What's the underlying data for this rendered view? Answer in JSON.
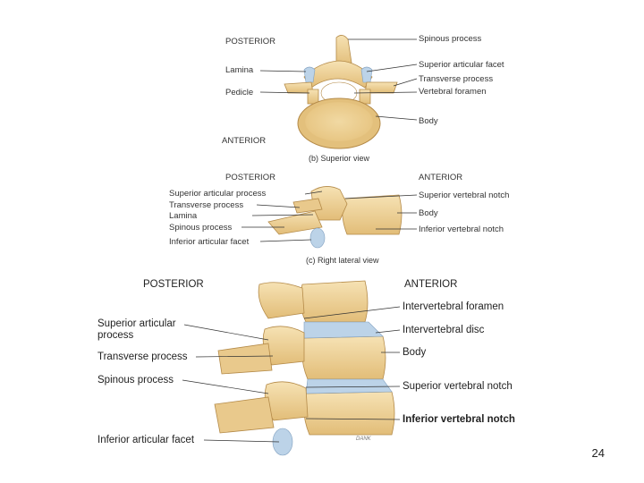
{
  "panel_b": {
    "posterior": "POSTERIOR",
    "anterior": "ANTERIOR",
    "caption": "(b) Superior view",
    "labels_left": [
      "Lamina",
      "Pedicle"
    ],
    "labels_right": [
      "Spinous process",
      "Superior articular facet",
      "Transverse process",
      "Vertebral foramen",
      "Body"
    ]
  },
  "panel_c": {
    "posterior": "POSTERIOR",
    "anterior": "ANTERIOR",
    "caption": "(c) Right lateral view",
    "labels_left": [
      "Superior articular process",
      "Transverse process",
      "Lamina",
      "Spinous process",
      "Inferior articular facet"
    ],
    "labels_right": [
      "Superior vertebral notch",
      "Body",
      "Inferior vertebral notch"
    ]
  },
  "panel_d": {
    "posterior": "POSTERIOR",
    "anterior": "ANTERIOR",
    "labels_left": [
      "Superior articular",
      "process",
      "Transverse process",
      "Spinous process",
      "Inferior articular facet"
    ],
    "labels_right": [
      "Intervertebral foramen",
      "Intervertebral disc",
      "Body",
      "Superior vertebral notch",
      "Inferior vertebral notch"
    ],
    "signature": "DANK"
  },
  "page_number": "24",
  "colors": {
    "bone": "#f0d49a",
    "bone_dark": "#d9b06a",
    "cartilage": "#bcd3e8",
    "line": "#333333"
  }
}
